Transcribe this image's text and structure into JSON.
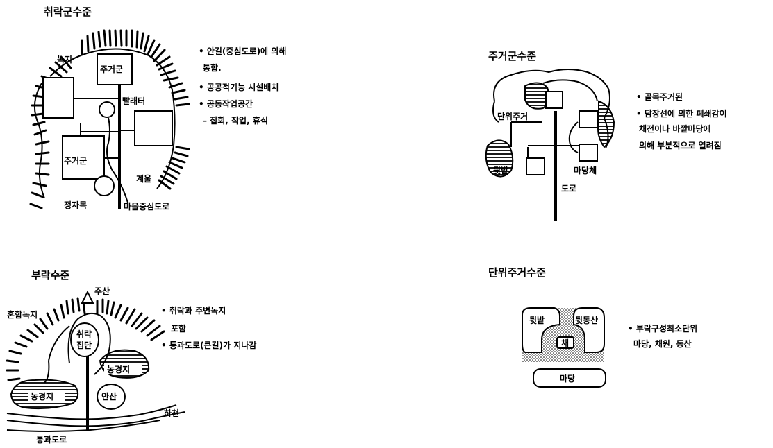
{
  "panels": {
    "settlement": {
      "title": "취락군수준",
      "labels": {
        "green": "녹지",
        "cluster_top": "주거군",
        "cluster_bottom": "주거군",
        "square": "빨래터",
        "stream": "계울",
        "jeongja": "정자목",
        "road": "마을중심도로"
      },
      "notes": [
        "• 안길(중심도로)에 의해",
        "통합.",
        "• 공공적기능 시설배치",
        "• 공동작업공간",
        "– 집회, 작업, 휴식"
      ]
    },
    "housing": {
      "title": "주거군수준",
      "labels": {
        "unit": "단위주거",
        "backfield": "뒷밭",
        "yard": "마당체",
        "road": "도로"
      },
      "notes": [
        "• 골목주거된",
        "• 담장선에 의한 폐쇄감이",
        "채전이나 바깥마당에",
        "의해 부분적으로 열려짐"
      ]
    },
    "village": {
      "title": "부락수준",
      "labels": {
        "mountain": "주산",
        "mixed_forest": "혼합녹지",
        "group_line1": "취락",
        "group_line2": "집단",
        "farm_right": "농경지",
        "farm_left": "농경지",
        "hill": "안산",
        "river": "하천",
        "road": "통과도로"
      },
      "notes": [
        "• 취락과 주변녹지",
        "포함",
        "• 통과도로(큰길)가 지나감"
      ]
    },
    "unit": {
      "title": "단위주거수준",
      "labels": {
        "backfield": "뒷밭",
        "backhill": "뒷동산",
        "house": "채",
        "yard": "마당"
      },
      "notes": [
        "• 부락구성최소단위",
        "마당, 채원, 동산"
      ]
    }
  }
}
